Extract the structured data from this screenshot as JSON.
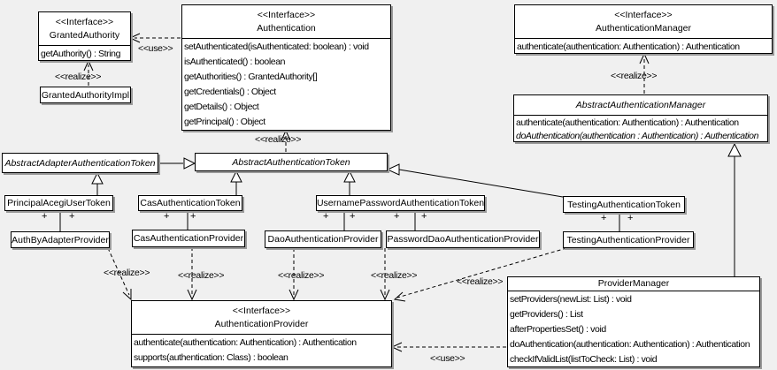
{
  "colors": {
    "background": "#f0f0f0",
    "box_fill": "#ffffff",
    "box_border": "#000000",
    "box_shadow": "#999999"
  },
  "labels": {
    "interface_stereotype": "<<Interface>>",
    "use": "<<use>>",
    "realize": "<<realize>>",
    "plus": "+"
  },
  "classes": {
    "granted_authority": {
      "name": "GrantedAuthority",
      "methods": [
        "getAuthority() : String"
      ]
    },
    "granted_authority_impl": {
      "name": "GrantedAuthorityImpl"
    },
    "authentication": {
      "name": "Authentication",
      "methods": [
        "setAuthenticated(isAuthenticated: boolean) : void",
        "isAuthenticated() : boolean",
        "getAuthorities() : GrantedAuthority[]",
        "getCredentials() : Object",
        "getDetails() : Object",
        "getPrincipal() : Object"
      ]
    },
    "authentication_manager": {
      "name": "AuthenticationManager",
      "methods": [
        "authenticate(authentication: Authentication) : Authentication"
      ]
    },
    "abstract_authentication_manager": {
      "name": "AbstractAuthenticationManager",
      "methods": [
        "authenticate(authentication: Authentication) : Authentication",
        "doAuthentication(authentication : Authentication) : Authentication"
      ]
    },
    "abstract_adapter_authentication_token": {
      "name": "AbstractAdapterAuthenticationToken"
    },
    "abstract_authentication_token": {
      "name": "AbstractAuthenticationToken"
    },
    "principal_acegi_user_token": {
      "name": "PrincipalAcegiUserToken"
    },
    "cas_authentication_token": {
      "name": "CasAuthenticationToken"
    },
    "username_password_authentication_token": {
      "name": "UsernamePasswordAuthenticationToken"
    },
    "testing_authentication_token": {
      "name": "TestingAuthenticationToken"
    },
    "auth_by_adapter_provider": {
      "name": "AuthByAdapterProvider"
    },
    "cas_authentication_provider": {
      "name": "CasAuthenticationProvider"
    },
    "dao_authentication_provider": {
      "name": "DaoAuthenticationProvider"
    },
    "password_dao_authentication_provider": {
      "name": "PasswordDaoAuthenticationProvider"
    },
    "testing_authentication_provider": {
      "name": "TestingAuthenticationProvider"
    },
    "authentication_provider": {
      "name": "AuthenticationProvider",
      "methods": [
        "authenticate(authentication: Authentication) : Authentication",
        "supports(authentication: Class) : boolean"
      ]
    },
    "provider_manager": {
      "name": "ProviderManager",
      "methods": [
        "setProviders(newList: List) : void",
        "getProviders() : List",
        "afterPropertiesSet() : void",
        "doAuthentication(authentication: Authentication) : Authentication",
        "checkIfValidList(listToCheck: List) : void"
      ]
    }
  }
}
